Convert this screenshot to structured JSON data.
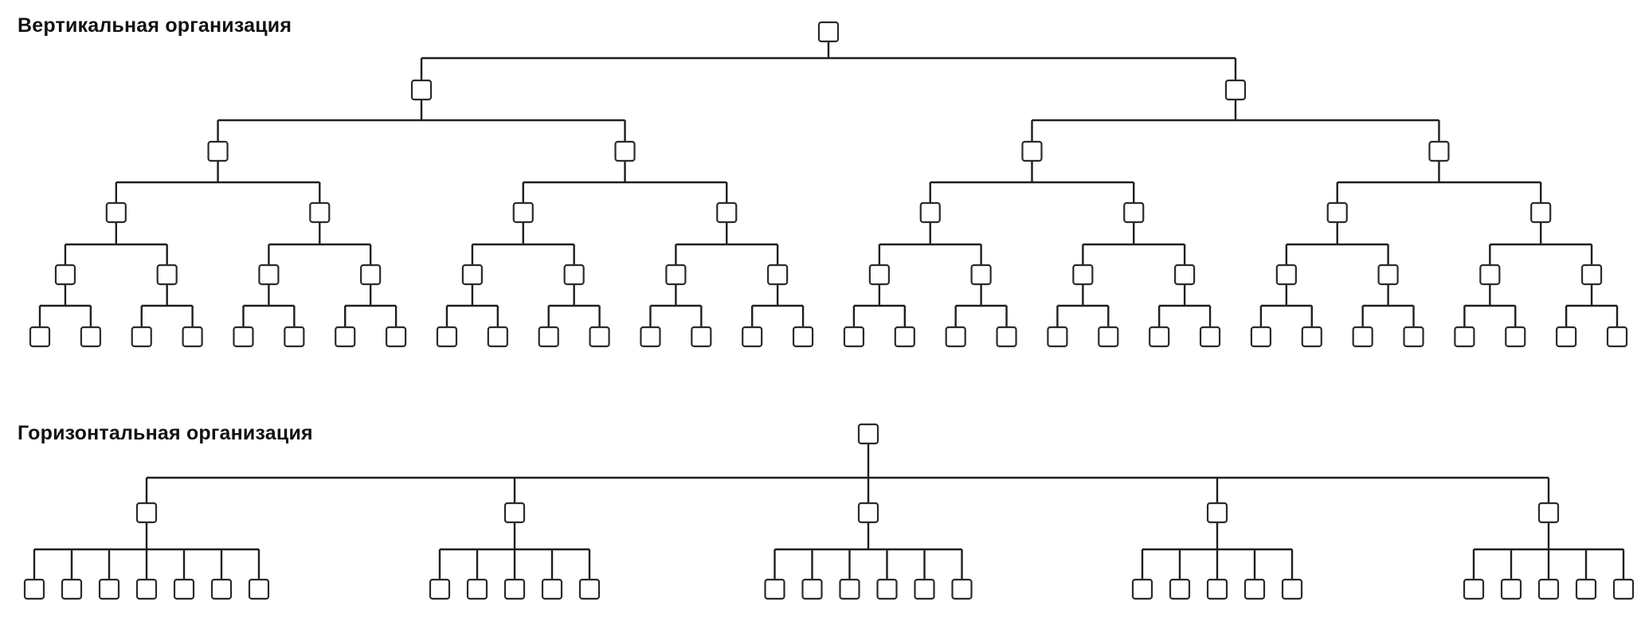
{
  "diagram": {
    "vertical": {
      "title": "Вертикальная организация",
      "span_of_control": 2,
      "levels": 6
    },
    "horizontal": {
      "title": "Горизонтальная организация",
      "span_of_control": [
        7,
        5,
        6,
        5,
        5
      ],
      "levels": 3
    }
  },
  "colors": {
    "background": "#ffffff",
    "line": "#1e1e1e",
    "box_stroke": "#2a2a2a",
    "text": "#111111"
  }
}
